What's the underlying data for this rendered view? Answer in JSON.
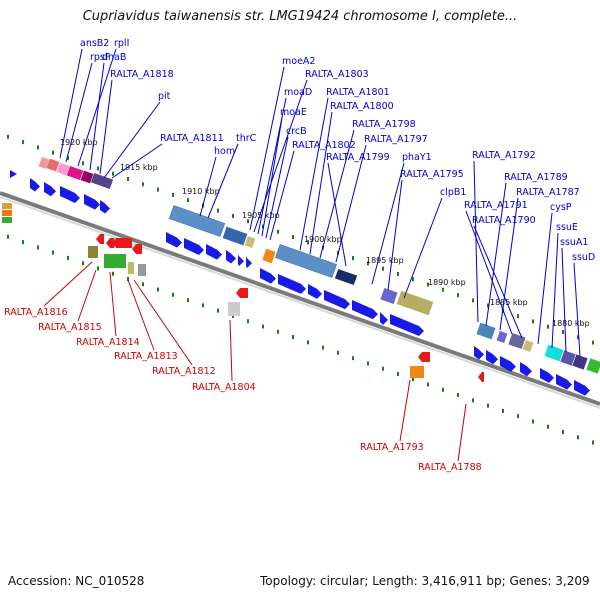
{
  "title": "Cupriavidus taiwanensis str. LMG19424 chromosome I, complete...",
  "footer": {
    "accession": "Accession: NC_010528",
    "topology": "Topology: circular; Length: 3,416,911 bp; Genes: 3,209"
  },
  "colors": {
    "forward_label": "#0000cc",
    "reverse_label": "#cc0000",
    "forward_arrow": "#1a1ae6",
    "reverse_arrow": "#e61a1a",
    "backbone": "#7a7a7a",
    "tick": "#1a7a1a"
  },
  "scale_labels": [
    {
      "text": "1920 kbp",
      "pos": 1920
    },
    {
      "text": "1915 kbp",
      "pos": 1915
    },
    {
      "text": "1910 kbp",
      "pos": 1910
    },
    {
      "text": "1905 kbp",
      "pos": 1905
    },
    {
      "text": "1900 kbp",
      "pos": 1900
    },
    {
      "text": "1895 kbp",
      "pos": 1895
    },
    {
      "text": "1890 kbp",
      "pos": 1890
    },
    {
      "text": "1885 kbp",
      "pos": 1885
    },
    {
      "text": "1880 kbp",
      "pos": 1880
    }
  ],
  "forward_genes": [
    {
      "label": "ansB2"
    },
    {
      "label": "rpsF"
    },
    {
      "label": "rplI"
    },
    {
      "label": "dnaB"
    },
    {
      "label": "RALTA_A1818"
    },
    {
      "label": "pit"
    },
    {
      "label": "RALTA_A1811"
    },
    {
      "label": "hom"
    },
    {
      "label": "thrC"
    },
    {
      "label": "moeA2"
    },
    {
      "label": "RALTA_A1803"
    },
    {
      "label": "moaD"
    },
    {
      "label": "moaE"
    },
    {
      "label": "crcB"
    },
    {
      "label": "RALTA_A1802"
    },
    {
      "label": "RALTA_A1801"
    },
    {
      "label": "RALTA_A1800"
    },
    {
      "label": "RALTA_A1798"
    },
    {
      "label": "RALTA_A1797"
    },
    {
      "label": "RALTA_A1799"
    },
    {
      "label": "phaY1"
    },
    {
      "label": "RALTA_A1795"
    },
    {
      "label": "clpB1"
    },
    {
      "label": "RALTA_A1792"
    },
    {
      "label": "RALTA_A1789"
    },
    {
      "label": "RALTA_A1787"
    },
    {
      "label": "RALTA_A1791"
    },
    {
      "label": "RALTA_A1790"
    },
    {
      "label": "cysP"
    },
    {
      "label": "ssuE"
    },
    {
      "label": "ssuA1"
    },
    {
      "label": "ssuD"
    }
  ],
  "reverse_genes": [
    {
      "label": "RALTA_A1816"
    },
    {
      "label": "RALTA_A1815"
    },
    {
      "label": "RALTA_A1814"
    },
    {
      "label": "RALTA_A1813"
    },
    {
      "label": "RALTA_A1812"
    },
    {
      "label": "RALTA_A1804"
    },
    {
      "label": "RALTA_A1793"
    },
    {
      "label": "RALTA_A1788"
    }
  ]
}
